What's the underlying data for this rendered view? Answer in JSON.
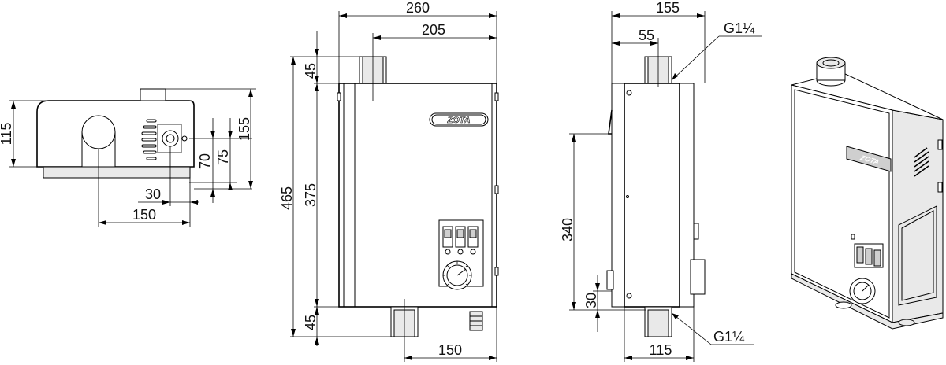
{
  "brand_label": "ZOTA",
  "thread_label_top": "G1¼",
  "thread_label_bottom": "G1¼",
  "dims_top_view": {
    "height": "115",
    "offset_70": "70",
    "offset_75": "75",
    "depth": "155",
    "x30": "30",
    "x150": "150"
  },
  "dims_front_view": {
    "width": "260",
    "pipe_offset": "205",
    "total_height": "465",
    "body_height": "375",
    "top_pipe": "45",
    "bottom_pipe": "45",
    "bottom_offset": "150"
  },
  "dims_side_view": {
    "depth": "155",
    "pipe_depth": "55",
    "mount_height": "340",
    "bottom_30": "30",
    "bottom_115": "115"
  }
}
